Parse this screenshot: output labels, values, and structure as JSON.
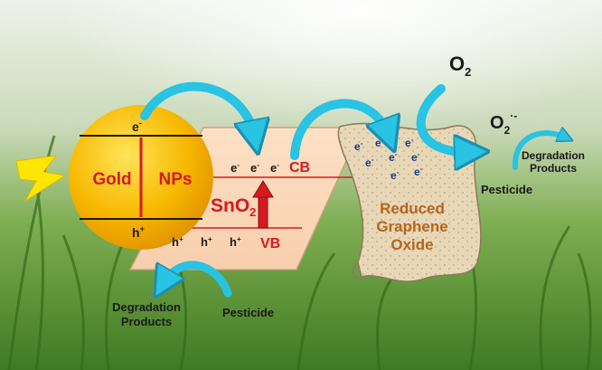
{
  "gold": {
    "label_gold": "Gold",
    "label_nps": "NPs",
    "electron": "e",
    "hole": "h"
  },
  "sno2": {
    "label": "SnO",
    "subscript": "2",
    "cb": "CB",
    "vb": "VB",
    "electron": "e",
    "hole": "h"
  },
  "graphene": {
    "line1": "Reduced",
    "line2": "Graphene",
    "line3": "Oxide",
    "electron": "e"
  },
  "oxygen": {
    "o2": "O",
    "o2_sub": "2",
    "superoxide": "O",
    "superoxide_sub": "2",
    "superoxide_sup": "·-"
  },
  "right_products": {
    "line1": "Degradation",
    "line2": "Products",
    "pesticide": "Pesticide"
  },
  "bottom_products": {
    "line1": "Degradation",
    "line2": "Products",
    "pesticide": "Pesticide"
  },
  "colors": {
    "gold": "#f5b400",
    "sno2_label": "#d71920",
    "graphene_label": "#b5651d",
    "arrow": "#29c3e3",
    "arrow_stroke": "#1b8fb0",
    "band_line": "#d71920",
    "sky": "#e9f2e0",
    "grass": "#4f8a2a"
  },
  "icons": {
    "light": "lightning-bolt-icon"
  }
}
